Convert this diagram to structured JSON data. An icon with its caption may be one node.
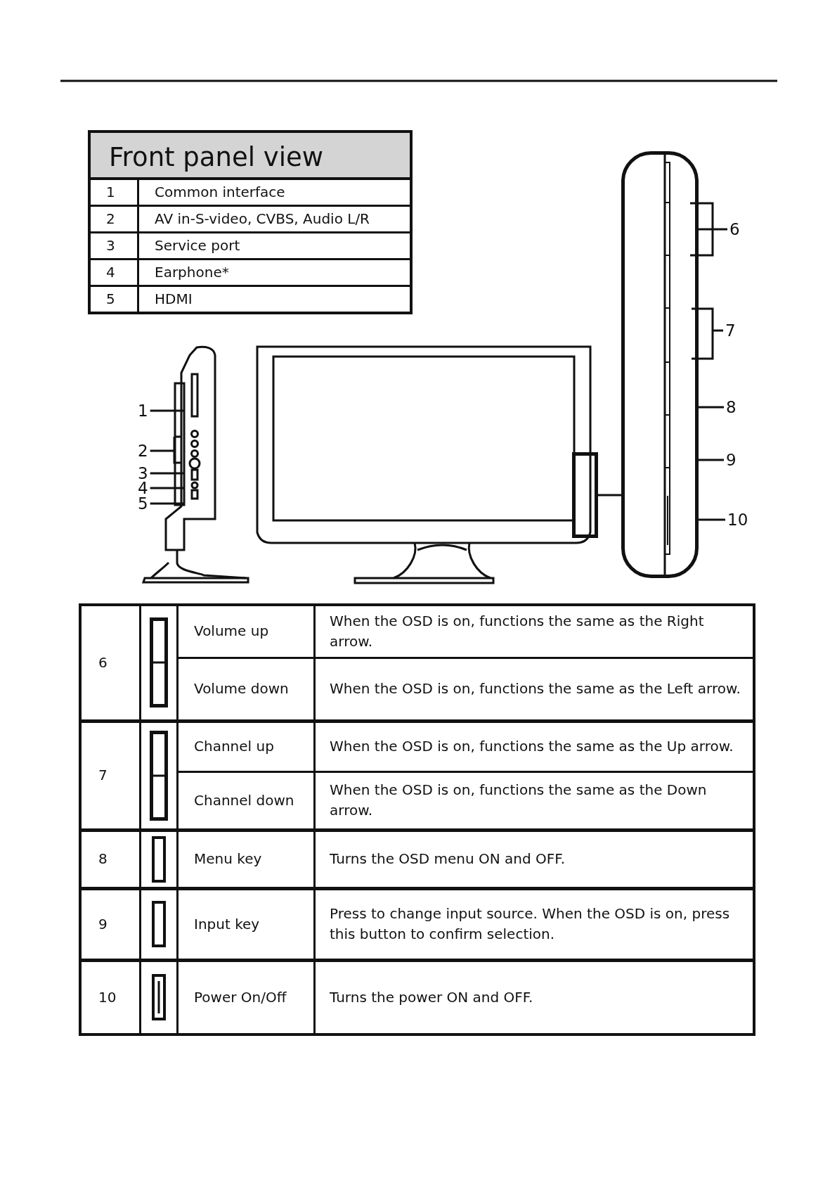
{
  "diagram": {
    "nodes": [
      {
        "text": [
          "1"
        ]
      },
      {
        "text": [
          "2"
        ]
      },
      {
        "text": [
          "3"
        ]
      },
      {
        "text": [
          "4"
        ]
      },
      {
        "text": [
          "5"
        ]
      },
      {
        "text": [],
        "shape": "box"
      },
      {
        "text": [],
        "shape": "box"
      },
      {
        "text": [
          "6"
        ]
      },
      {
        "text": [
          "7"
        ]
      },
      {
        "text": [
          "8"
        ]
      },
      {
        "text": [
          "9"
        ]
      },
      {
        "text": [
          "10"
        ]
      }
    ],
    "edges": [
      {
        "from": 0,
        "to": null,
        "arrow": "none"
      },
      {
        "from": 1,
        "to": null,
        "arrow": "none"
      },
      {
        "from": 2,
        "to": null,
        "arrow": "none"
      },
      {
        "from": 3,
        "to": null,
        "arrow": "none"
      },
      {
        "from": 4,
        "to": null,
        "arrow": "none"
      },
      {
        "from": 5,
        "to": 6,
        "arrow": "none"
      },
      {
        "from": 7,
        "to": 6,
        "arrow": "none"
      },
      {
        "from": 8,
        "to": null,
        "arrow": "none"
      },
      {
        "from": 9,
        "to": 6,
        "arrow": "none"
      },
      {
        "from": 10,
        "to": 6,
        "arrow": "none"
      },
      {
        "from": 11,
        "to": 6,
        "arrow": "none"
      }
    ],
    "labels": [
      "Front panel view",
      "1",
      "Common interface",
      "2",
      "AV in-S-video, CVBS, Audio L/R",
      "3",
      "Service port",
      "4",
      "Earphone*",
      "5",
      "HDMI",
      "6",
      "Volume up",
      "When the OSD is on, functions the same as the Right arrow.",
      "Volume down",
      "When the OSD is on, functions the same as the Left arrow.",
      "7",
      "Channel up",
      "When the OSD is on, functions the same as the Up arrow.",
      "Channel down",
      "When the OSD is on, functions the same as the Down arrow.",
      "8",
      "Menu key",
      "Turns the OSD menu ON and OFF.",
      "9",
      "Input key",
      "Press to change input source. When the OSD is on, press this button to confirm selection.",
      "10",
      "Power On/Off",
      "Turns the power ON and OFF."
    ]
  }
}
